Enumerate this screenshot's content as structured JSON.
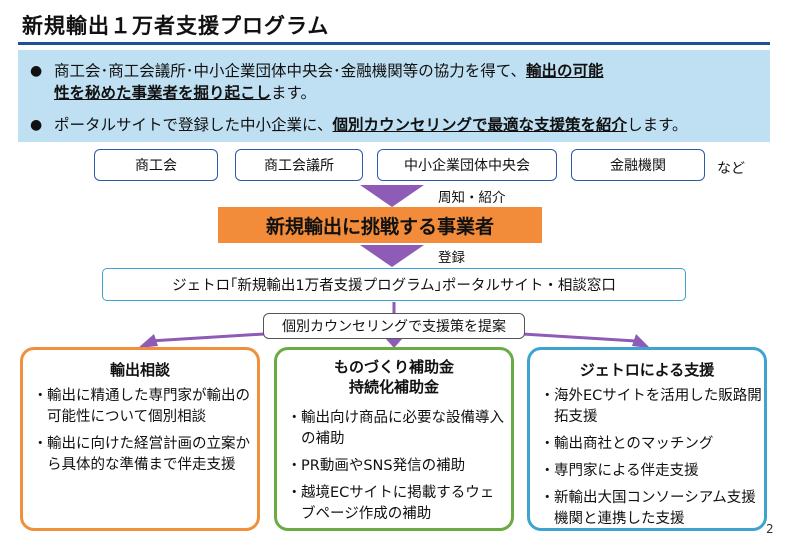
{
  "title": "新規輸出１万者支援プログラム",
  "summary": {
    "line1a": "商工会･商工会議所･中小企業団体中央会･金融機関等の協力を得て、",
    "line1b": "輸出の可能",
    "line1c": "性を秘めた事業者を掘り起こし",
    "line1d": "ます。",
    "line2a": "ポータルサイトで登録した中小企業に、",
    "line2b": "個別カウンセリングで最適な支援策を紹介",
    "line2c": "します。"
  },
  "organizations": [
    "商工会",
    "商工会議所",
    "中小企業団体中央会",
    "金融機関"
  ],
  "organizations_suffix": "など",
  "arrow1_label": "周知・紹介",
  "challenger_label": "新規輸出に挑戦する事業者",
  "arrow2_label": "登録",
  "portal_label": "ジェトロ｢新規輸出1万者支援プログラム｣ポータルサイト・相談窓口",
  "counseling_label": "個別カウンセリングで支援策を提案",
  "panels": [
    {
      "title1": "輸出相談",
      "items": [
        "輸出に精通した専門家が輸出の可能性について個別相談",
        "輸出に向けた経営計画の立案から具体的な準備まで伴走支援"
      ],
      "color": "#f0903c"
    },
    {
      "title1": "ものづくり補助金",
      "title2": "持続化補助金",
      "items": [
        "輸出向け商品に必要な設備導入の補助",
        "PR動画やSNS発信の補助",
        "越境ECサイトに掲載するウェブページ作成の補助"
      ],
      "color": "#6aab44"
    },
    {
      "title1": "ジェトロによる支援",
      "items": [
        "海外ECサイトを活用した販路開拓支援",
        "輸出商社とのマッチング",
        "専門家による伴走支援",
        "新輸出大国コンソーシアム支援機関と連携した支援"
      ],
      "color": "#3fa3cf"
    }
  ],
  "bullet_glyph": "●",
  "item_glyph": "・",
  "page_number": "2",
  "colors": {
    "arrow": "#8e5bb6",
    "summary_bg": "#bfe0f2",
    "challenger_bg": "#f28c3a",
    "title_rule": "#1f4e9a"
  }
}
